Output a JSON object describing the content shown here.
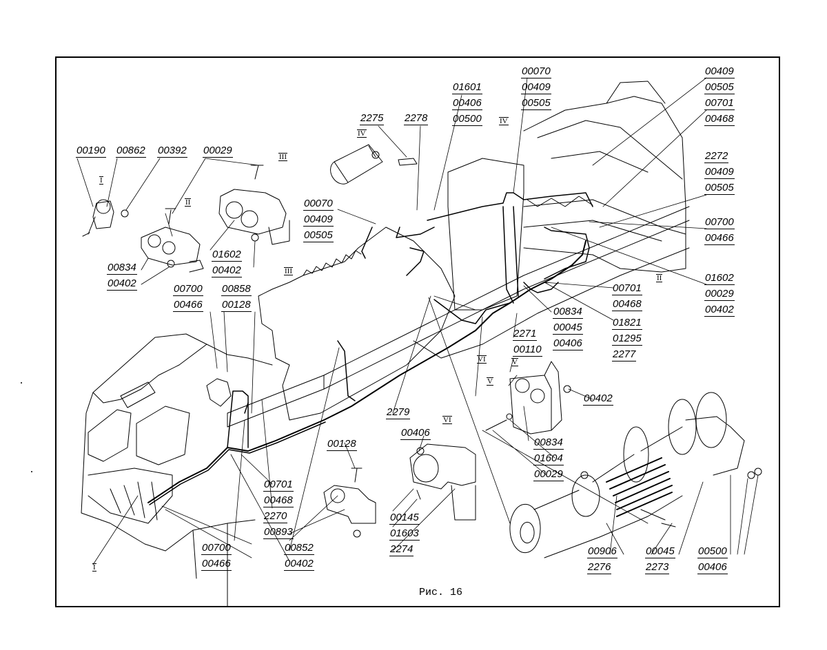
{
  "caption": "Рис. 16",
  "roman_marks": [
    "I",
    "II",
    "III",
    "IV",
    "V",
    "VI"
  ],
  "labels": {
    "l00190": "00190",
    "l00862": "00862",
    "l00392": "00392",
    "l00029a": "00029",
    "l00834a": "00834",
    "l00402a": "00402",
    "l01602a": "01602",
    "l00402b": "00402",
    "l00700a": "00700",
    "l00466a": "00466",
    "l00858": "00858",
    "l00128a": "00128",
    "l00070a": "00070",
    "l00409a": "00409",
    "l00505a": "00505",
    "l2275": "2275",
    "l2278": "2278",
    "l01601": "01601",
    "l00406a": "00406",
    "l00500a": "00500",
    "l00070b": "00070",
    "l00409b": "00409",
    "l00505b": "00505",
    "l00409c": "00409",
    "l00505c": "00505",
    "l00701a": "00701",
    "l00468a": "00468",
    "l2272": "2272",
    "l00409d": "00409",
    "l00505d": "00505",
    "l00700b": "00700",
    "l00466b": "00466",
    "l01602b": "01602",
    "l00029b": "00029",
    "l00402c": "00402",
    "l00701b": "00701",
    "l00468b": "00468",
    "l00834b": "00834",
    "l00045a": "00045",
    "l00406b": "00406",
    "l01821": "01821",
    "l01295": "01295",
    "l2277": "2277",
    "l2271": "2271",
    "l00110": "00110",
    "l00402d": "00402",
    "l00834c": "00834",
    "l01604": "01604",
    "l00029c": "00029",
    "l2279": "2279",
    "l00406c": "00406",
    "l00128b": "00128",
    "l00701c": "00701",
    "l00468c": "00468",
    "l2270": "2270",
    "l00893": "00893",
    "l00852": "00852",
    "l00402e": "00402",
    "l00145": "00145",
    "l01603": "01603",
    "l2274": "2274",
    "l00700c": "00700",
    "l00466c": "00466",
    "l00906": "00906",
    "l2276": "2276",
    "l00045b": "00045",
    "l2273": "2273",
    "l00500b": "00500",
    "l00406d": "00406"
  }
}
